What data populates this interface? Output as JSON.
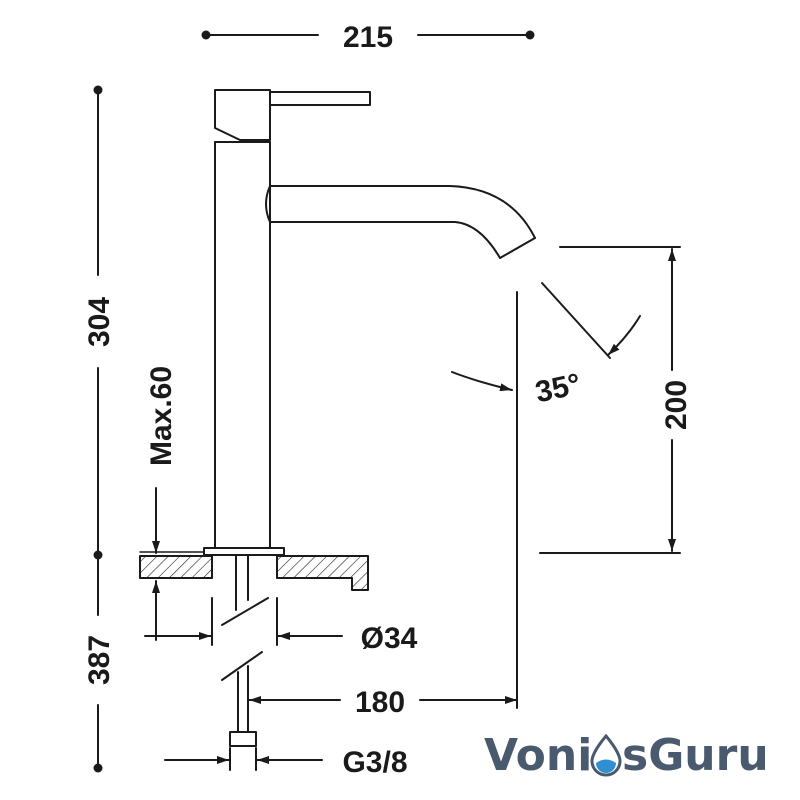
{
  "dimensions": {
    "width_total": "215",
    "height_upper": "304",
    "height_lower": "387",
    "spout_height": "200",
    "angle": "35°",
    "max_thickness": "Max.60",
    "base_diameter": "Ø34",
    "reach": "180",
    "connection": "G3/8"
  },
  "brand": {
    "part1": "Voni",
    "part2": "sGuru",
    "color_text": "#4a5a6e",
    "color_drop": "#2f8fd0"
  }
}
